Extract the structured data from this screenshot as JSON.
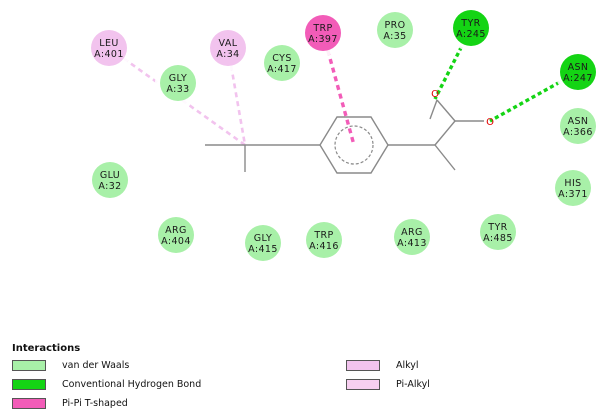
{
  "colors": {
    "van_der_waals": "#a8f0a8",
    "hydrogen_bond": "#14d414",
    "pi_pi_t_shaped": "#f25cb8",
    "alkyl": "#f2c3ee",
    "pi_alkyl": "#f7cff0",
    "ligand_bond": "#8a8a8a",
    "oxygen": "#e00000"
  },
  "residues": [
    {
      "id": "leu401",
      "name": "LEU",
      "chain_pos": "A:401",
      "type": "alkyl"
    },
    {
      "id": "val34",
      "name": "VAL",
      "chain_pos": "A:34",
      "type": "alkyl"
    },
    {
      "id": "trp397",
      "name": "TRP",
      "chain_pos": "A:397",
      "type": "pi_pi_t_shaped"
    },
    {
      "id": "pro35",
      "name": "PRO",
      "chain_pos": "A:35",
      "type": "van_der_waals"
    },
    {
      "id": "tyr245",
      "name": "TYR",
      "chain_pos": "A:245",
      "type": "hydrogen_bond"
    },
    {
      "id": "asn247",
      "name": "ASN",
      "chain_pos": "A:247",
      "type": "hydrogen_bond"
    },
    {
      "id": "gly33",
      "name": "GLY",
      "chain_pos": "A:33",
      "type": "van_der_waals"
    },
    {
      "id": "cys417",
      "name": "CYS",
      "chain_pos": "A:417",
      "type": "van_der_waals"
    },
    {
      "id": "asn366",
      "name": "ASN",
      "chain_pos": "A:366",
      "type": "van_der_waals"
    },
    {
      "id": "glu32",
      "name": "GLU",
      "chain_pos": "A:32",
      "type": "van_der_waals"
    },
    {
      "id": "his371",
      "name": "HIS",
      "chain_pos": "A:371",
      "type": "van_der_waals"
    },
    {
      "id": "arg404",
      "name": "ARG",
      "chain_pos": "A:404",
      "type": "van_der_waals"
    },
    {
      "id": "gly415",
      "name": "GLY",
      "chain_pos": "A:415",
      "type": "van_der_waals"
    },
    {
      "id": "trp416",
      "name": "TRP",
      "chain_pos": "A:416",
      "type": "van_der_waals"
    },
    {
      "id": "arg413",
      "name": "ARG",
      "chain_pos": "A:413",
      "type": "van_der_waals"
    },
    {
      "id": "tyr485",
      "name": "TYR",
      "chain_pos": "A:485",
      "type": "van_der_waals"
    }
  ],
  "interactions": [
    {
      "residue": "leu401",
      "type": "alkyl"
    },
    {
      "residue": "val34",
      "type": "alkyl"
    },
    {
      "residue": "trp397",
      "type": "pi_pi_t_shaped"
    },
    {
      "residue": "tyr245",
      "type": "hydrogen_bond"
    },
    {
      "residue": "asn247",
      "type": "hydrogen_bond"
    }
  ],
  "ligand": {
    "atom_labels": [
      "O",
      "O"
    ]
  },
  "legend": {
    "title": "Interactions",
    "items": [
      {
        "label": "van der Waals",
        "type": "van_der_waals"
      },
      {
        "label": "Conventional Hydrogen Bond",
        "type": "hydrogen_bond"
      },
      {
        "label": "Pi-Pi T-shaped",
        "type": "pi_pi_t_shaped"
      },
      {
        "label": "Alkyl",
        "type": "alkyl"
      },
      {
        "label": "Pi-Alkyl",
        "type": "pi_alkyl"
      }
    ]
  }
}
